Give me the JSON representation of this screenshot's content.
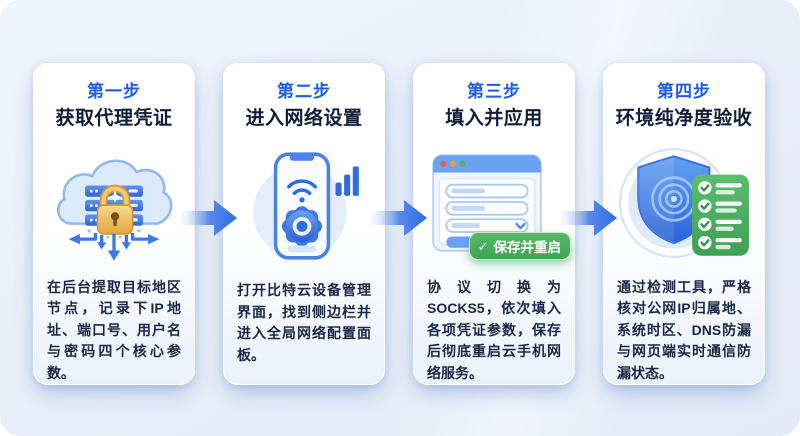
{
  "page": {
    "background_color": "#e8eef8",
    "accent_color": "#1d5ce6",
    "badge_color": "#45ae5c",
    "card_color": "#ffffff"
  },
  "steps": [
    {
      "label": "第一步",
      "title": "获取代理凭证",
      "icon": "cloud-server-lock-icon",
      "description": "在后台提取目标地区节点，记录下IP地址、端口号、用户名与密码四个核心参数。"
    },
    {
      "label": "第二步",
      "title": "进入网络设置",
      "icon": "phone-gear-settings-icon",
      "description": "打开比特云设备管理界面，找到侧边栏并进入全局网络配置面板。"
    },
    {
      "label": "第三步",
      "title": "填入并应用",
      "icon": "form-window-icon",
      "badge_check": "✓",
      "badge_label": "保存并重启",
      "description": "协议切换为SOCKS5，依次填入各项凭证参数，保存后彻底重启云手机网络服务。"
    },
    {
      "label": "第四步",
      "title": "环境纯净度验收",
      "icon": "shield-checklist-icon",
      "description": "通过检测工具，严格核对公网IP归属地、系统时区、DNS防漏与网页端实时通信防漏状态。"
    }
  ]
}
